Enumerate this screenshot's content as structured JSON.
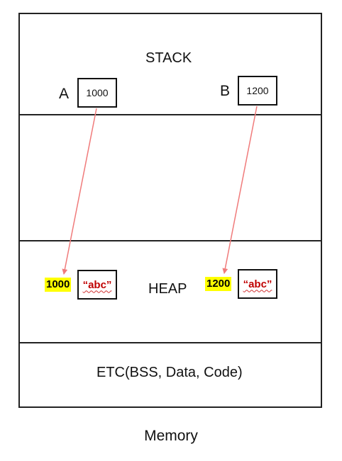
{
  "regions": {
    "stack": "STACK",
    "heap": "HEAP",
    "etc": "ETC(BSS, Data, Code)"
  },
  "stack_vars": [
    {
      "name": "A",
      "address": "1000"
    },
    {
      "name": "B",
      "address": "1200"
    }
  ],
  "heap_objects": [
    {
      "address": "1000",
      "value": "“abc”"
    },
    {
      "address": "1200",
      "value": "“abc”"
    }
  ],
  "caption": "Memory",
  "colors": {
    "arrow": "#f07b7b",
    "highlight": "#ffff00",
    "string_value": "#c00000"
  }
}
